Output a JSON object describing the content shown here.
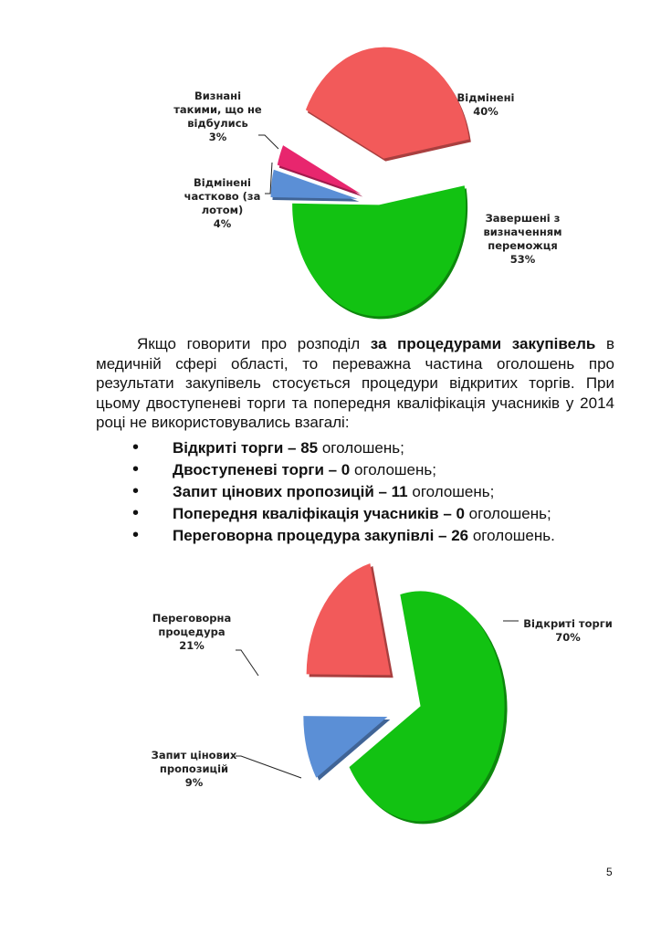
{
  "chart_data": [
    {
      "type": "pie",
      "title": "",
      "slices": [
        {
          "label": "Завершені з визначенням переможця",
          "value": 53,
          "pct": "53%",
          "color": "#12c212"
        },
        {
          "label": "Відмінені частково (за лотом)",
          "value": 4,
          "pct": "4%",
          "color": "#5b8fd6"
        },
        {
          "label": "Визнані такими, що не відбулись",
          "value": 3,
          "pct": "3%",
          "color": "#e8266e"
        },
        {
          "label": "Відмінені",
          "value": 40,
          "pct": "40%",
          "color": "#f25a5a"
        }
      ]
    },
    {
      "type": "pie",
      "title": "",
      "slices": [
        {
          "label": "Відкриті торги",
          "value": 70,
          "pct": "70%",
          "color": "#12c212"
        },
        {
          "label": "Запит цінових пропозицій",
          "value": 9,
          "pct": "9%",
          "color": "#5b8fd6"
        },
        {
          "label": "Переговорна процедура",
          "value": 21,
          "pct": "21%",
          "color": "#f25a5a"
        }
      ]
    }
  ],
  "labels1": {
    "cancelled": [
      "Відмінені",
      "40%"
    ],
    "failed": [
      "Визнані",
      "такими, що не",
      "відбулись",
      "3%"
    ],
    "partial": [
      "Відмінені",
      "частково (за",
      "лотом)",
      "4%"
    ],
    "done": [
      "Завершені з",
      "визначенням",
      "переможця",
      "53%"
    ]
  },
  "labels2": {
    "open": [
      "Відкриті торги",
      "70%"
    ],
    "neg": [
      "Переговорна",
      "процедура",
      "21%"
    ],
    "rfq": [
      "Запит цінових",
      "пропозицій",
      "9%"
    ]
  },
  "text": {
    "p1_a": "Якщо говорити про розподіл ",
    "p1_b": "за процедурами закупівель",
    "p1_c": " в медичній сфері області, то  переважна частина оголошень про результати закупівель стосується процедури відкритих торгів. При цьому двоступеневі торги та попередня кваліфікація учасників  у 2014 році не використовувались взагалі:",
    "bullets": [
      {
        "b": "Відкриті торги – 85",
        "t": " оголошень;"
      },
      {
        "b": "Двоступеневі торги – 0",
        "t": " оголошень;"
      },
      {
        "b": "Запит цінових пропозицій – 11",
        "t": " оголошень;"
      },
      {
        "b": "Попередня кваліфікація учасників – 0",
        "t": " оголошень;"
      },
      {
        "b": "Переговорна процедура закупівлі – 26",
        "t": " оголошень."
      }
    ],
    "page_number": "5"
  }
}
